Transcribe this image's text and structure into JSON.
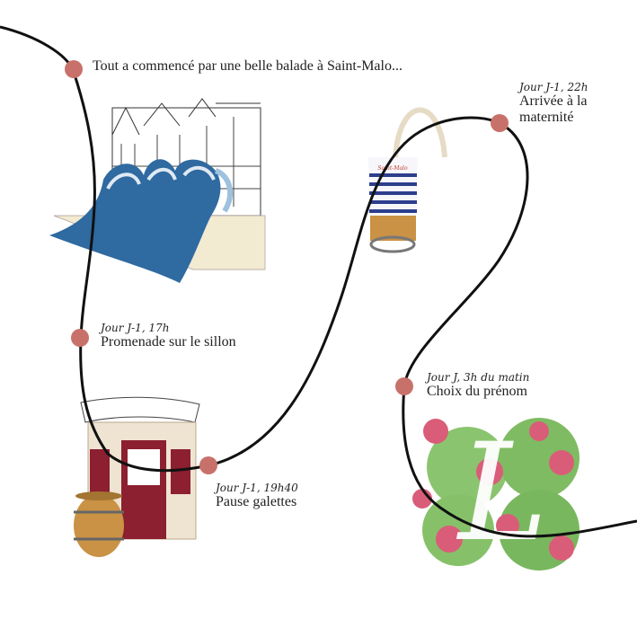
{
  "colors": {
    "line": "#111111",
    "dot": "#c8716a",
    "wave": "#2f6aa0",
    "bag_stripe": "#2c3e8c",
    "bag_bottom": "#c99245",
    "door": "#8c1f30",
    "flower": "#d95d78",
    "leaf": "#6fb25a"
  },
  "events": [
    {
      "time": "",
      "title": "Tout a commencé par une belle balade à Saint-Malo..."
    },
    {
      "time": "Jour J-1, 17h",
      "title": "Promenade sur le sillon"
    },
    {
      "time": "Jour J-1, 19h40",
      "title": "Pause galettes"
    },
    {
      "time": "Jour J-1, 22h",
      "title": "Arrivée à la maternité"
    },
    {
      "time": "Jour J, 3h du matin",
      "title": "Choix du prénom"
    }
  ],
  "illustrations": {
    "bag_text": "Saint-Malo",
    "monogram": "L"
  }
}
